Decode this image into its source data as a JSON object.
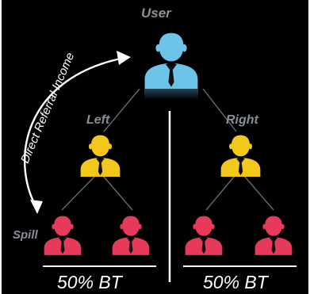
{
  "nodes": {
    "user_label": "User",
    "left_label": "Left",
    "right_label": "Right",
    "spill_label": "Spill"
  },
  "arrow_label": "Direct Referral Income",
  "footer": {
    "left_text": "50% BT",
    "right_text": "50% BT"
  },
  "colors": {
    "background": "#000000",
    "user": "#6cc4e8",
    "leg": "#f3c81c",
    "spill": "#e73a5a",
    "line": "#5f6f6f"
  }
}
